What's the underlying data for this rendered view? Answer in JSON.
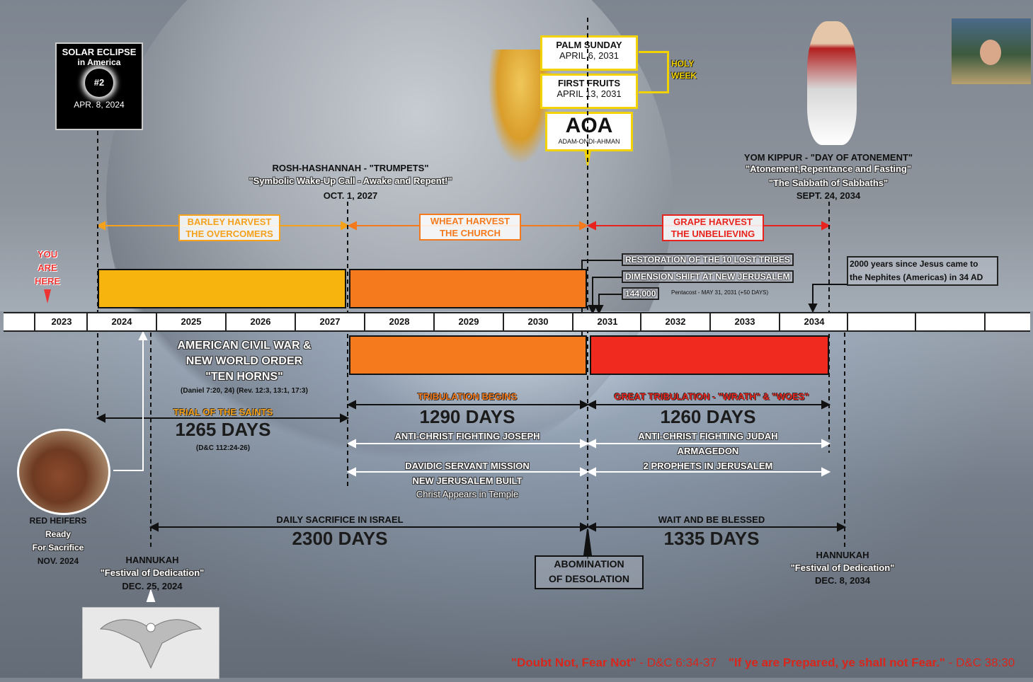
{
  "colors": {
    "barley": "#f7b30e",
    "wheat": "#f47a1d",
    "grape": "#f02a1e",
    "arrow_orange": "#f5a11b",
    "arrow_red": "#e8231d",
    "title_red": "#d8261c"
  },
  "eclipse": {
    "title": "SOLAR ECLIPSE",
    "sub": "in America",
    "num": "#2",
    "date": "APR. 8, 2024"
  },
  "you_are_here": [
    "YOU",
    "ARE",
    "HERE"
  ],
  "palm_sunday": {
    "title": "PALM SUNDAY",
    "date": "APRIL 6, 2031"
  },
  "first_fruits": {
    "title": "FIRST FRUITS",
    "date": "APRIL 13, 2031"
  },
  "holy_week": [
    "HOLY",
    "WEEK"
  ],
  "aoa": {
    "title": "AOA",
    "sub": "ADAM-ONDI-AHMAN"
  },
  "rosh": {
    "title": "ROSH-HASHANNAH - \"TRUMPETS\"",
    "sub": "\"Symbolic Wake-Up Call - Awake and Repent!\"",
    "date": "OCT. 1, 2027"
  },
  "yom": {
    "title": "YOM KIPPUR - \"DAY OF ATONEMENT\"",
    "sub": "\"Atonement,Repentance and Fasting\"",
    "sub2": "\"The Sabbath of Sabbaths\"",
    "date": "SEPT. 24, 2034"
  },
  "harvests": {
    "barley": [
      "BARLEY HARVEST",
      "THE OVERCOMERS"
    ],
    "wheat": [
      "WHEAT HARVEST",
      "THE CHURCH"
    ],
    "grape": [
      "GRAPE HARVEST",
      "THE UNBELIEVING"
    ]
  },
  "events": {
    "restoration": "RESTORATION OF THE 10 LOST TRIBES",
    "dimension": "DIMENSION SHIFT AT NEW JERUSALEM",
    "count": "144,000",
    "pentecost": "Pentacost - MAY 31, 2031 (+50 DAYS)",
    "nephites": [
      "2000 years since Jesus came to",
      "the Nephites (Americas) in 34 AD"
    ]
  },
  "years": [
    "2023",
    "2024",
    "2025",
    "2026",
    "2027",
    "2028",
    "2029",
    "2030",
    "2031",
    "2032",
    "2033",
    "2034",
    "",
    ""
  ],
  "civil_war": [
    "AMERICAN CIVIL WAR &",
    "NEW WORLD ORDER",
    "\"TEN HORNS\""
  ],
  "daniel_ref": "(Daniel 7:20, 24) (Rev. 12:3, 13:1, 17:3)",
  "trial": {
    "label": "TRIAL OF THE SAINTS",
    "days": "1265 DAYS",
    "ref": "(D&C 112:24-26)"
  },
  "tribulation": {
    "label": "TRIBULATION BEGINS",
    "days": "1290 DAYS",
    "line1": "ANTI-CHRIST FIGHTING JOSEPH",
    "line2": "DAVIDIC SERVANT MISSION",
    "line3": "NEW JERUSALEM BUILT",
    "line4": "Christ Appears in Temple"
  },
  "great": {
    "label": "GREAT TRIBULATION - \"WRATH\" & \"WOES\"",
    "days": "1260 DAYS",
    "line1": "ANTI-CHRIST FIGHTING JUDAH",
    "line2": "ARMAGEDON",
    "line3": "2 PROPHETS IN JERUSALEM"
  },
  "heifers": [
    "RED HEIFERS",
    "Ready",
    "For Sacrifice",
    "NOV. 2024"
  ],
  "daily": {
    "label": "DAILY SACRIFICE IN ISRAEL",
    "days": "2300 DAYS"
  },
  "wait": {
    "label": "WAIT AND BE BLESSED",
    "days": "1335 DAYS"
  },
  "abomination": [
    "ABOMINATION",
    "OF DESOLATION"
  ],
  "hannukah1": {
    "title": "HANNUKAH",
    "sub": "\"Festival of Dedication\"",
    "date": "DEC. 25, 2024"
  },
  "hannukah2": {
    "title": "HANNUKAH",
    "sub": "\"Festival of Dedication\"",
    "date": "DEC. 8, 2034"
  },
  "footer": {
    "q1": "\"Doubt Not, Fear Not\"",
    "r1": " - D&C 6:34-37",
    "q2": "\"If ye are Prepared, ye shall not Fear.\"",
    "r2": " - D&C 38:30"
  },
  "icons": {
    "eclipse": "eclipse-icon",
    "wheat": "wheat-sheaf-icon",
    "jesus": "jesus-figure-icon",
    "heifers": "heifers-photo-icon",
    "eagle": "eagle-icon",
    "presenter": "presenter-video-icon"
  }
}
